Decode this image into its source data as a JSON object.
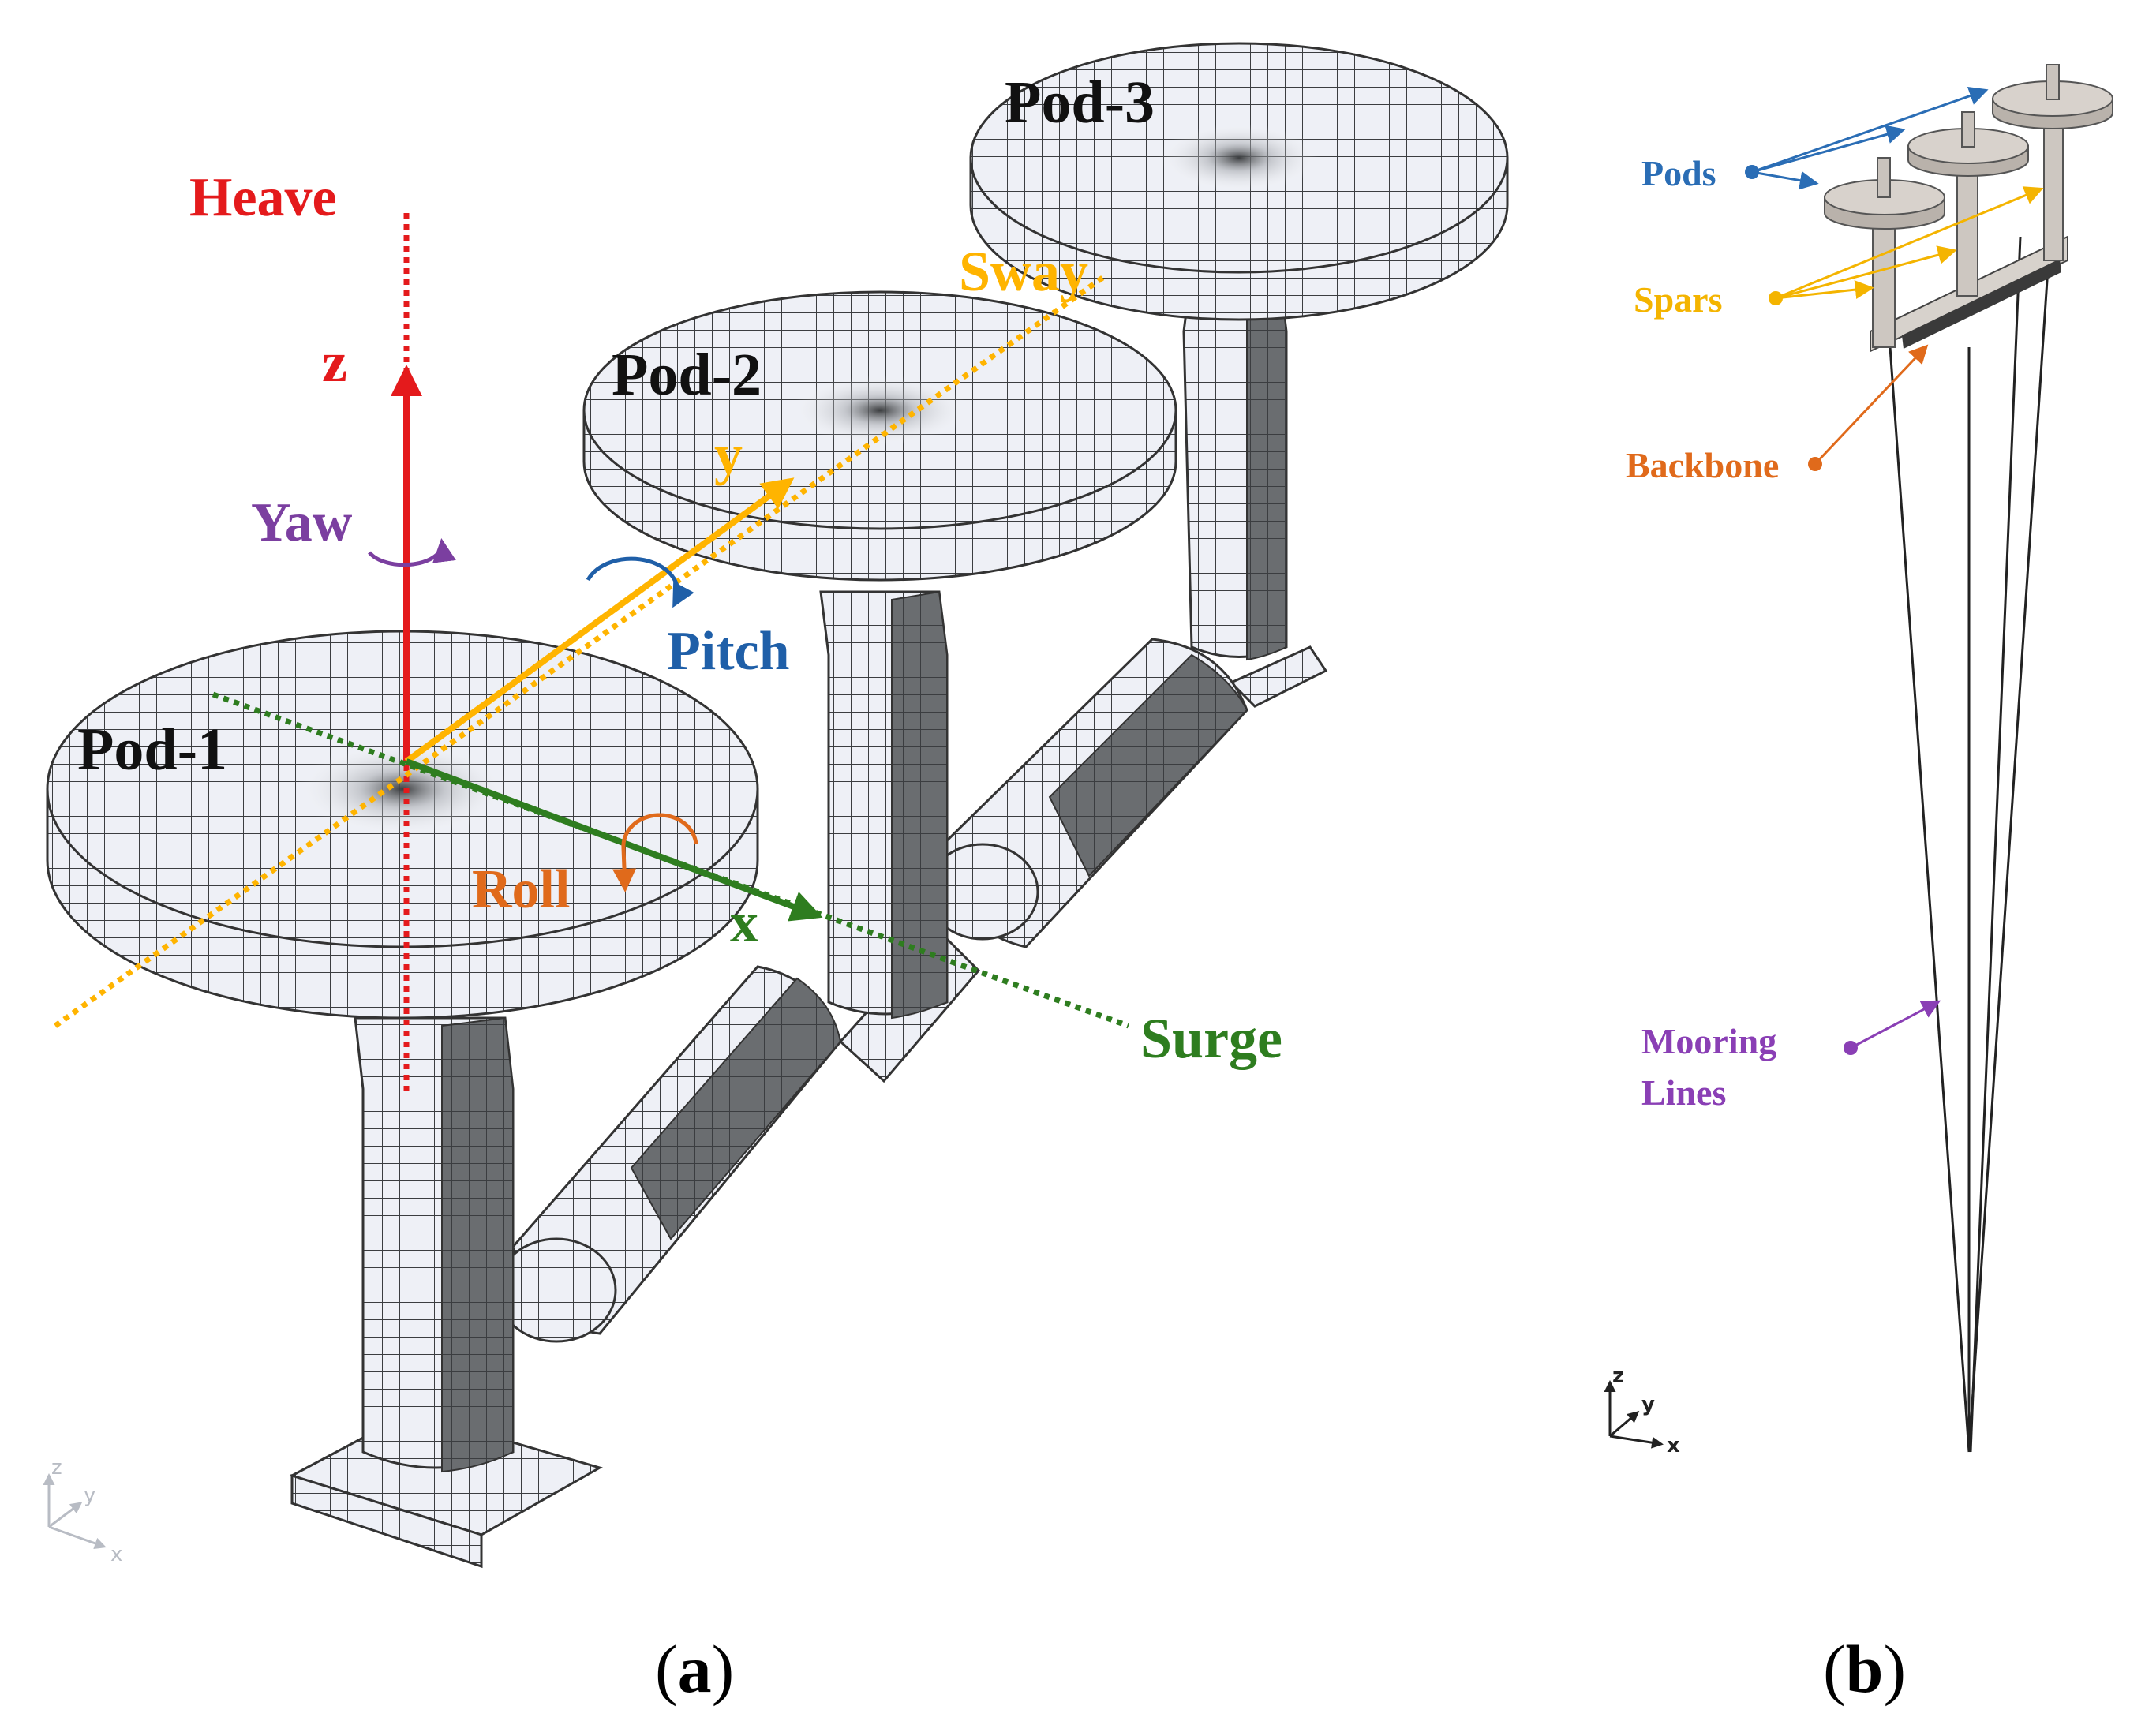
{
  "panel_a": {
    "caption_letter": "a",
    "pods": [
      "Pod-1",
      "Pod-2",
      "Pod-3"
    ],
    "dof": {
      "heave": "Heave",
      "sway": "Sway",
      "surge": "Surge",
      "yaw": "Yaw",
      "pitch": "Pitch",
      "roll": "Roll"
    },
    "axes": {
      "z": "z",
      "y": "y",
      "x": "x"
    },
    "triad": {
      "z": "z",
      "y": "y",
      "x": "x"
    }
  },
  "panel_b": {
    "caption_letter": "b",
    "labels": {
      "pods": "Pods",
      "spars": "Spars",
      "backbone": "Backbone",
      "mooring_1": "Mooring",
      "mooring_2": "Lines"
    },
    "triad": {
      "z": "z",
      "y": "y",
      "x": "x"
    }
  },
  "colors": {
    "heave": "#e41a1c",
    "sway": "#ffb400",
    "surge": "#2e7d1f",
    "yaw": "#7b3fa0",
    "pitch": "#1f5fa8",
    "roll": "#e06a1b",
    "pods_label": "#2a6db5",
    "spars_label": "#f4b400",
    "backbone_label": "#e06a1b",
    "mooring_label": "#8a3fb5",
    "mesh_fill": "#ebeef5",
    "mesh_shadow": "#5f6264"
  }
}
